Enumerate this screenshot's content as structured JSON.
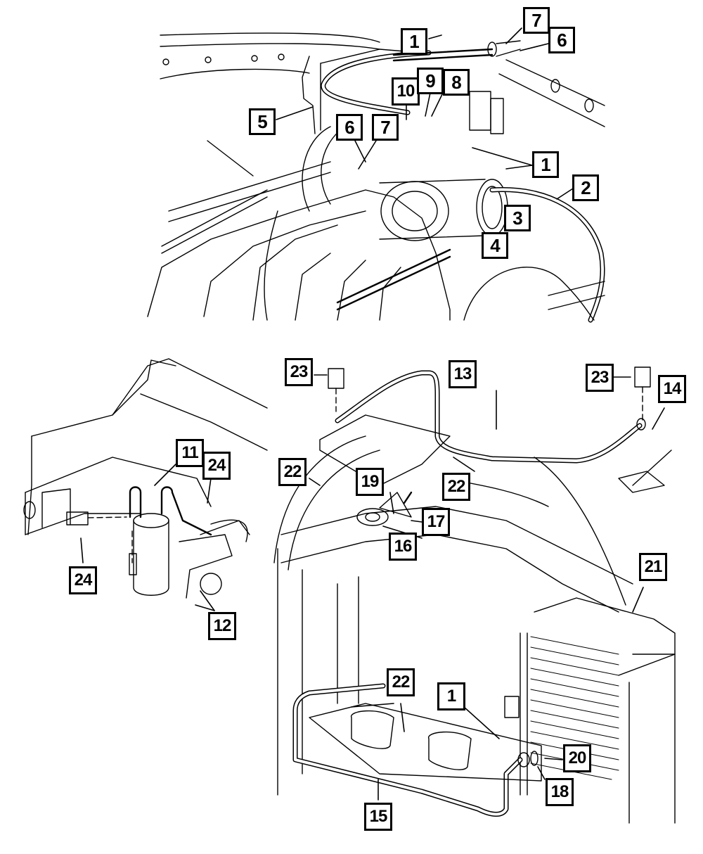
{
  "diagram": {
    "type": "parts-diagram",
    "subject": "A/C plumbing — compressor, refrigerant lines, accumulator, condenser",
    "panels": [
      {
        "id": "engine-compartment",
        "callouts": [
          "1",
          "7",
          "6",
          "10",
          "9",
          "8",
          "5",
          "6",
          "7",
          "1",
          "2",
          "3",
          "4"
        ]
      },
      {
        "id": "accumulator",
        "callouts": [
          "11",
          "24",
          "24",
          "12"
        ]
      },
      {
        "id": "front-end-condenser",
        "callouts": [
          "23",
          "13",
          "23",
          "14",
          "22",
          "19",
          "22",
          "17",
          "16",
          "21",
          "22",
          "1",
          "20",
          "18",
          "15"
        ]
      }
    ]
  },
  "callouts": {
    "top_1a": "1",
    "top_7a": "7",
    "top_6a": "6",
    "top_10": "10",
    "top_9": "9",
    "top_8": "8",
    "top_5": "5",
    "top_6b": "6",
    "top_7b": "7",
    "top_1b": "1",
    "top_2": "2",
    "top_3": "3",
    "top_4": "4",
    "left_11": "11",
    "left_24a": "24",
    "left_24b": "24",
    "left_12": "12",
    "right_23a": "23",
    "right_13": "13",
    "right_23b": "23",
    "right_14": "14",
    "right_22a": "22",
    "right_19": "19",
    "right_22b": "22",
    "right_17": "17",
    "right_16": "16",
    "right_21": "21",
    "right_22c": "22",
    "right_1": "1",
    "right_20": "20",
    "right_18": "18",
    "right_15": "15"
  }
}
